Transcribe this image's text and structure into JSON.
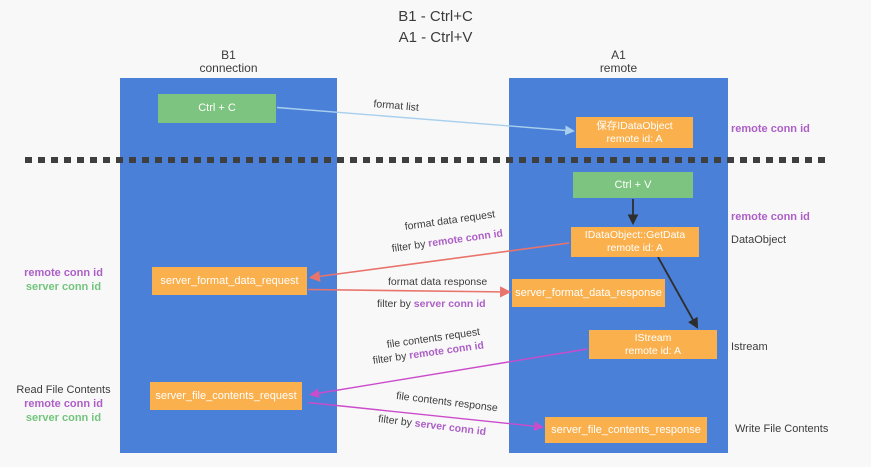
{
  "title": {
    "line1": "B1 - Ctrl+C",
    "line2": "A1 - Ctrl+V"
  },
  "lanes": {
    "b1": {
      "name": "B1",
      "role": "connection"
    },
    "a1": {
      "name": "A1",
      "role": "remote"
    }
  },
  "nodes": {
    "ctrl_c": {
      "label": "Ctrl + C"
    },
    "save_idataobject": {
      "line1": "保存IDataObject",
      "line2": "remote id: A"
    },
    "ctrl_v": {
      "label": "Ctrl + V"
    },
    "getdata": {
      "line1": "IDataObject::GetData",
      "line2": "remote id: A"
    },
    "server_format_data_request": {
      "label": "server_format_data_request"
    },
    "server_format_data_response": {
      "label": "server_format_data_response"
    },
    "istream": {
      "line1": "IStream",
      "line2": "remote id: A"
    },
    "server_file_contents_request": {
      "label": "server_file_contents_request"
    },
    "server_file_contents_response": {
      "label": "server_file_contents_response"
    }
  },
  "edge_labels": {
    "format_list": "format list",
    "format_data_request": "format data request",
    "filter_remote_1": {
      "prefix": "filter by",
      "term": "remote conn id"
    },
    "format_data_response": "format data response",
    "filter_server_1": {
      "prefix": "filter by",
      "term": "server conn id"
    },
    "file_contents_request": "file contents request",
    "filter_remote_2": {
      "prefix": "filter by",
      "term": "remote conn id"
    },
    "file_contents_response": "file contents response",
    "filter_server_2": {
      "prefix": "filter by",
      "term": "server conn id"
    }
  },
  "annotations": {
    "left_mid": {
      "remote": "remote conn id",
      "server": "server conn id"
    },
    "left_bottom": {
      "title": "Read File Contents",
      "remote": "remote conn id",
      "server": "server conn id"
    },
    "right_top": "remote conn id",
    "right_mid": "remote conn id",
    "right_dataobject": "DataObject",
    "right_istream": "Istream",
    "right_write": "Write File Contents"
  },
  "colors": {
    "background": "#f8f8f8",
    "lane_blue": "#4a80d8",
    "green_box": "#7cc47f",
    "orange_box": "#f9b04d",
    "salmon_arrow": "#e8746c",
    "magenta_arrow": "#cb4ccb",
    "blue_arrow": "#a8d0ee",
    "black_arrow": "#2e2e2e",
    "purple_text": "#ad5fc7",
    "green_text": "#72c57c",
    "dark_text": "#3c3c3c"
  }
}
